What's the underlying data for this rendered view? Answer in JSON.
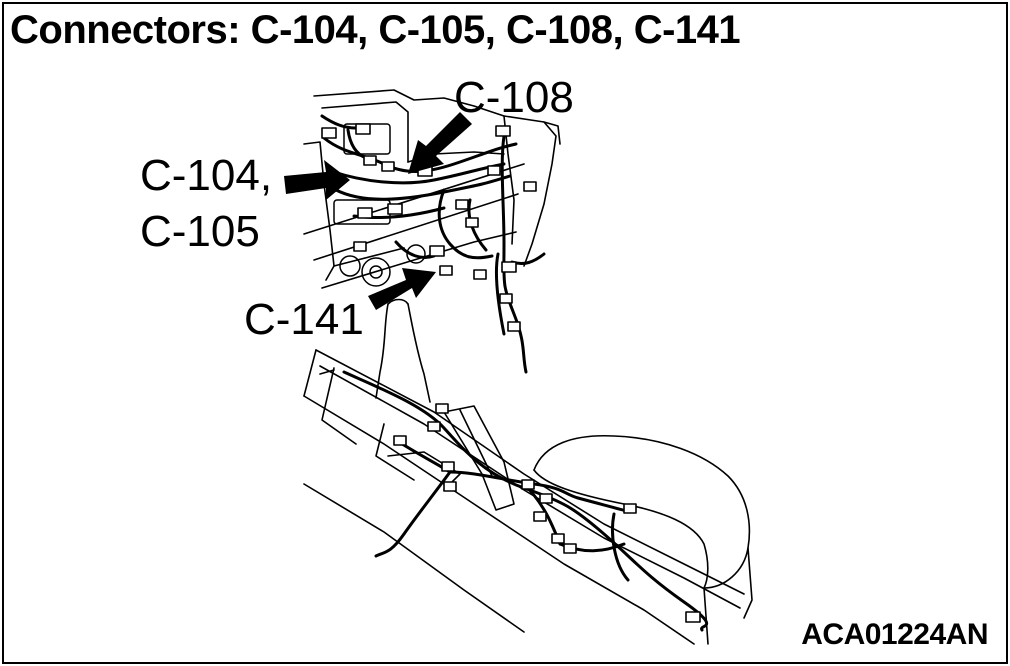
{
  "title": "Connectors: C-104, C-105, C-108, C-141",
  "callouts": {
    "c108": "C-108",
    "c104_line1": "C-104,",
    "c104_line2": "C-105",
    "c141": "C-141"
  },
  "figure_code": "ACA01224AN",
  "colors": {
    "line": "#000000",
    "background": "#ffffff"
  }
}
